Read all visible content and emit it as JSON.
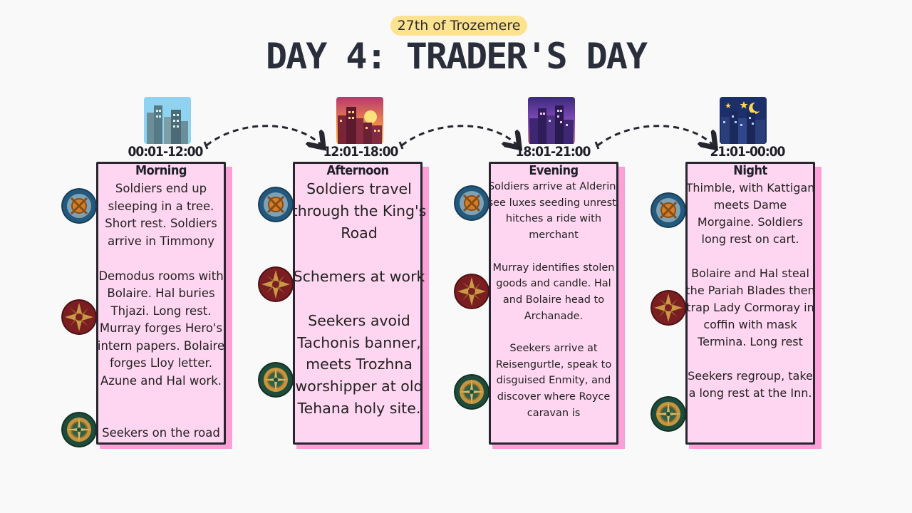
{
  "header": {
    "date": "27th of Trozemere",
    "title": "DAY 4: TRADER'S DAY"
  },
  "periods": [
    {
      "time": "00:01-12:00",
      "name": "Morning",
      "text": "Soldiers end up sleeping in a tree. Short rest. Soldiers arrive in Timmony\n\nDemodus rooms with Bolaire. Hal buries Thjazi. Long rest. Murray forges Hero's intern papers. Bolaire forges Lloy letter. Azune and Hal work.\n\n\nSeekers on the road",
      "sky": "day-city-icon"
    },
    {
      "time": "12:01-18:00",
      "name": "Afternoon",
      "text": "Soldiers travel through the King's Road\n\nSchemers at work\n\nSeekers avoid Tachonis banner, meets Trozhna worshipper at old Tehana holy site.",
      "sky": "sunset-city-icon"
    },
    {
      "time": "18:01-21:00",
      "name": "Evening",
      "text": "Soldiers arrive at Alderin, see luxes seeding unrest, hitches a ride with merchant\n\nMurray identifies stolen goods and candle. Hal and Bolaire head to Archanade.\n\nSeekers arrive at Reisengurtle, speak to disguised Enmity, and discover where Royce caravan is",
      "sky": "dusk-city-icon"
    },
    {
      "time": "21:01-00:00",
      "name": "Night",
      "text": "Thimble, with Kattigan meets Dame Morgaine. Soldiers long rest on cart.\n\nBolaire and Hal steal the Pariah Blades then trap Lady Cormoray in coffin with mask Termina. Long rest\n\nSeekers regroup, take a long rest at the Inn.",
      "sky": "night-city-icon"
    }
  ],
  "emblems": {
    "soldiers": "blue-shield-emblem-icon",
    "schemers": "red-sun-emblem-icon",
    "seekers": "green-compass-emblem-icon"
  },
  "colors": {
    "card_bg": "#ffd6f1",
    "card_shadow": "#ff9fd8",
    "pill": "#fde28f",
    "ink": "#26262e"
  }
}
